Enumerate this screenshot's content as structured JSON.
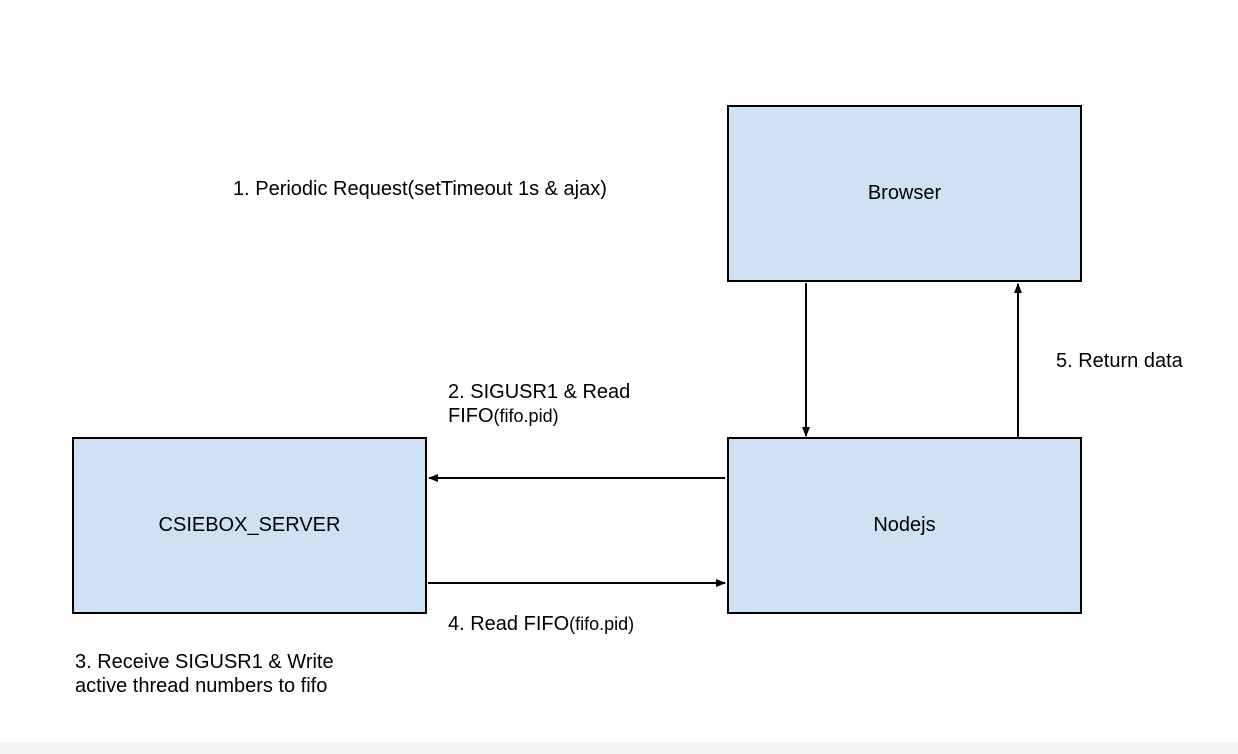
{
  "nodes": {
    "browser": "Browser",
    "nodejs": "Nodejs",
    "server": "CSIEBOX_SERVER"
  },
  "edge_labels": {
    "step1": "1. Periodic Request(setTimeout 1s & ajax)",
    "step2_line1": "2. SIGUSR1 & Read",
    "step2_line2": "FIFO",
    "step2_note": "(fifo.pid)",
    "step3_line1": "3. Receive SIGUSR1 & Write",
    "step3_line2": "active thread numbers to fifo",
    "step4": "4. Read FIFO",
    "step4_note": "(fifo.pid)",
    "step5": "5. Return data"
  },
  "colors": {
    "node_fill": "#cfe2f3",
    "node_border": "#000000",
    "edge": "#000000"
  }
}
